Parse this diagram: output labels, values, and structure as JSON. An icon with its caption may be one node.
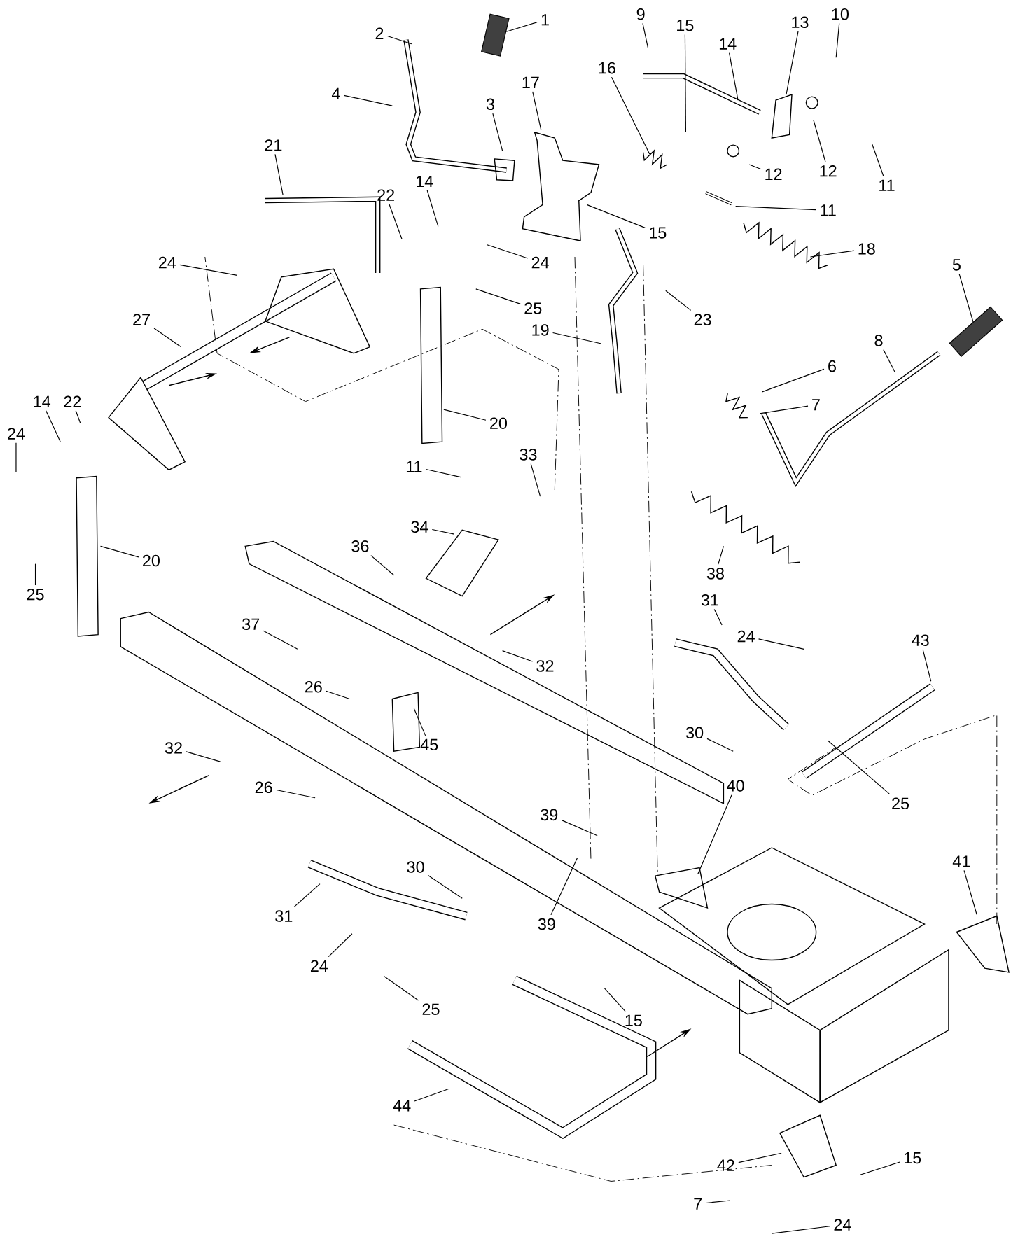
{
  "diagram": {
    "nodes": [
      {
        "text": [
          "1"
        ]
      },
      {
        "text": [
          "2"
        ]
      },
      {
        "text": [
          "9"
        ]
      },
      {
        "text": [
          "10"
        ]
      },
      {
        "text": [
          "15"
        ]
      },
      {
        "text": [
          "13"
        ]
      },
      {
        "text": [
          "14"
        ]
      },
      {
        "text": [
          "16"
        ]
      },
      {
        "text": [
          "17"
        ]
      },
      {
        "text": [
          "4"
        ]
      },
      {
        "text": [
          "3"
        ]
      },
      {
        "text": [
          "21"
        ]
      },
      {
        "text": [
          "12"
        ]
      },
      {
        "text": [
          "12"
        ]
      },
      {
        "text": [
          "11"
        ]
      },
      {
        "text": [
          "22"
        ]
      },
      {
        "text": [
          "14"
        ]
      },
      {
        "text": [
          "11"
        ]
      },
      {
        "text": [
          "15"
        ]
      },
      {
        "text": [
          "18"
        ]
      },
      {
        "text": [
          "24"
        ]
      },
      {
        "text": [
          "24"
        ]
      },
      {
        "text": [
          "5"
        ]
      },
      {
        "text": [
          "25"
        ]
      },
      {
        "text": [
          "27"
        ]
      },
      {
        "text": [
          "23"
        ]
      },
      {
        "text": [
          "19"
        ]
      },
      {
        "text": [
          "8"
        ]
      },
      {
        "text": [
          "6"
        ]
      },
      {
        "text": [
          "22"
        ]
      },
      {
        "text": [
          "14"
        ]
      },
      {
        "text": [
          "7"
        ]
      },
      {
        "text": [
          "20"
        ]
      },
      {
        "text": [
          "24"
        ]
      },
      {
        "text": [
          "33"
        ]
      },
      {
        "text": [
          "11"
        ]
      },
      {
        "text": [
          "34"
        ]
      },
      {
        "text": [
          "36"
        ]
      },
      {
        "text": [
          "20"
        ]
      },
      {
        "text": [
          "38"
        ]
      },
      {
        "text": [
          "25"
        ]
      },
      {
        "text": [
          "31"
        ]
      },
      {
        "text": [
          "37"
        ]
      },
      {
        "text": [
          "24"
        ]
      },
      {
        "text": [
          "43"
        ]
      },
      {
        "text": [
          "32"
        ]
      },
      {
        "text": [
          "26"
        ]
      },
      {
        "text": [
          "30"
        ]
      },
      {
        "text": [
          "45"
        ]
      },
      {
        "text": [
          "32"
        ]
      },
      {
        "text": [
          "40"
        ]
      },
      {
        "text": [
          "26"
        ]
      },
      {
        "text": [
          "25"
        ]
      },
      {
        "text": [
          "39"
        ]
      },
      {
        "text": [
          "41"
        ]
      },
      {
        "text": [
          "30"
        ]
      },
      {
        "text": [
          "31"
        ]
      },
      {
        "text": [
          "39"
        ]
      },
      {
        "text": [
          "24"
        ]
      },
      {
        "text": [
          "25"
        ]
      },
      {
        "text": [
          "15"
        ]
      },
      {
        "text": [
          "44"
        ]
      },
      {
        "text": [
          "42"
        ]
      },
      {
        "text": [
          "15"
        ]
      },
      {
        "text": [
          "7"
        ]
      },
      {
        "text": [
          "24"
        ]
      },
      {
        "text": [],
        "shape": "box"
      },
      {
        "text": [],
        "shape": "box"
      }
    ],
    "edges": [
      {
        "from": 0,
        "to": 66,
        "arrow": "none"
      },
      {
        "from": 1,
        "to": null,
        "arrow": "none"
      },
      {
        "from": 2,
        "to": null,
        "arrow": "none"
      },
      {
        "from": 3,
        "to": null,
        "arrow": "none"
      },
      {
        "from": 4,
        "to": null,
        "arrow": "none"
      },
      {
        "from": 5,
        "to": null,
        "arrow": "none"
      },
      {
        "from": 6,
        "to": null,
        "arrow": "none"
      },
      {
        "from": 7,
        "to": null,
        "arrow": "none"
      },
      {
        "from": 8,
        "to": null,
        "arrow": "none"
      },
      {
        "from": 9,
        "to": null,
        "arrow": "none"
      },
      {
        "from": 10,
        "to": null,
        "arrow": "none"
      },
      {
        "from": 11,
        "to": null,
        "arrow": "none"
      },
      {
        "from": 12,
        "to": null,
        "arrow": "none"
      },
      {
        "from": 13,
        "to": null,
        "arrow": "none"
      },
      {
        "from": 14,
        "to": null,
        "arrow": "none"
      },
      {
        "from": 15,
        "to": null,
        "arrow": "none"
      },
      {
        "from": 16,
        "to": null,
        "arrow": "none"
      },
      {
        "from": 17,
        "to": null,
        "arrow": "none"
      },
      {
        "from": 18,
        "to": null,
        "arrow": "none"
      },
      {
        "from": 19,
        "to": null,
        "arrow": "none"
      },
      {
        "from": 20,
        "to": null,
        "arrow": "none"
      },
      {
        "from": 21,
        "to": null,
        "arrow": "none"
      },
      {
        "from": 22,
        "to": 67,
        "arrow": "none"
      },
      {
        "from": 23,
        "to": null,
        "arrow": "none"
      },
      {
        "from": 24,
        "to": null,
        "arrow": "none"
      },
      {
        "from": 25,
        "to": null,
        "arrow": "none"
      },
      {
        "from": 26,
        "to": null,
        "arrow": "none"
      },
      {
        "from": 27,
        "to": null,
        "arrow": "none"
      },
      {
        "from": 28,
        "to": null,
        "arrow": "none"
      },
      {
        "from": 29,
        "to": null,
        "arrow": "none"
      },
      {
        "from": 30,
        "to": null,
        "arrow": "none"
      },
      {
        "from": 31,
        "to": null,
        "arrow": "none"
      },
      {
        "from": 32,
        "to": null,
        "arrow": "none"
      },
      {
        "from": 33,
        "to": null,
        "arrow": "none"
      },
      {
        "from": 34,
        "to": null,
        "arrow": "none"
      },
      {
        "from": 35,
        "to": null,
        "arrow": "none"
      },
      {
        "from": 36,
        "to": null,
        "arrow": "none"
      },
      {
        "from": 37,
        "to": null,
        "arrow": "none"
      },
      {
        "from": 38,
        "to": null,
        "arrow": "none"
      },
      {
        "from": 39,
        "to": null,
        "arrow": "none"
      },
      {
        "from": 40,
        "to": null,
        "arrow": "none"
      },
      {
        "from": 41,
        "to": null,
        "arrow": "none"
      },
      {
        "from": 42,
        "to": null,
        "arrow": "none"
      },
      {
        "from": 43,
        "to": null,
        "arrow": "none"
      },
      {
        "from": 44,
        "to": null,
        "arrow": "none"
      },
      {
        "from": 45,
        "to": null,
        "arrow": "none"
      },
      {
        "from": 46,
        "to": null,
        "arrow": "none"
      },
      {
        "from": 47,
        "to": null,
        "arrow": "none"
      },
      {
        "from": 48,
        "to": null,
        "arrow": "none"
      },
      {
        "from": 49,
        "to": null,
        "arrow": "none"
      },
      {
        "from": 50,
        "to": null,
        "arrow": "none"
      },
      {
        "from": 51,
        "to": null,
        "arrow": "none"
      },
      {
        "from": 52,
        "to": null,
        "arrow": "none"
      },
      {
        "from": 53,
        "to": null,
        "arrow": "none"
      },
      {
        "from": 54,
        "to": null,
        "arrow": "none"
      },
      {
        "from": 55,
        "to": null,
        "arrow": "none"
      },
      {
        "from": 56,
        "to": null,
        "arrow": "none"
      },
      {
        "from": 57,
        "to": null,
        "arrow": "none"
      },
      {
        "from": 58,
        "to": null,
        "arrow": "none"
      },
      {
        "from": 59,
        "to": null,
        "arrow": "none"
      },
      {
        "from": 60,
        "to": null,
        "arrow": "none"
      },
      {
        "from": 61,
        "to": null,
        "arrow": "none"
      },
      {
        "from": 62,
        "to": null,
        "arrow": "none"
      },
      {
        "from": 63,
        "to": null,
        "arrow": "none"
      },
      {
        "from": 64,
        "to": null,
        "arrow": "none"
      },
      {
        "from": 65,
        "to": null,
        "arrow": "none"
      }
    ]
  }
}
